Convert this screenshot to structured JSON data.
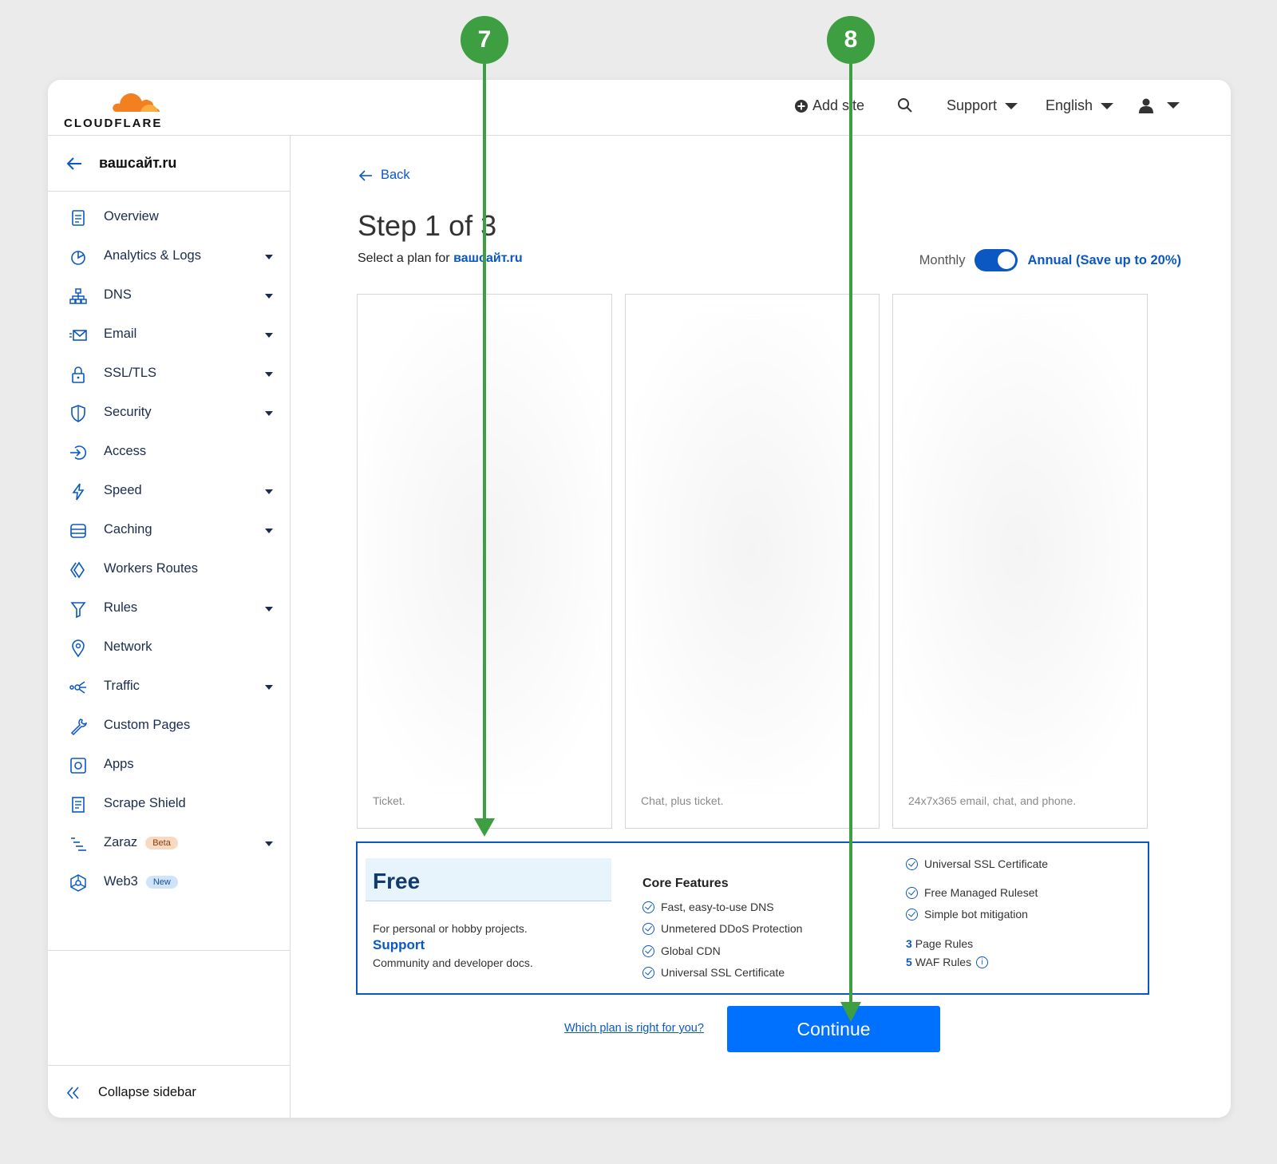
{
  "header": {
    "logo_text": "CLOUDFLARE",
    "add_site": "Add site",
    "support": "Support",
    "language": "English"
  },
  "sidebar": {
    "site_name": "вашсайт.ru",
    "items": [
      {
        "label": "Overview",
        "icon": "clipboard-icon",
        "dropdown": false
      },
      {
        "label": "Analytics & Logs",
        "icon": "pie-chart-icon",
        "dropdown": true
      },
      {
        "label": "DNS",
        "icon": "network-tree-icon",
        "dropdown": true
      },
      {
        "label": "Email",
        "icon": "envelope-icon",
        "dropdown": true
      },
      {
        "label": "SSL/TLS",
        "icon": "lock-icon",
        "dropdown": true
      },
      {
        "label": "Security",
        "icon": "shield-icon",
        "dropdown": true
      },
      {
        "label": "Access",
        "icon": "access-icon",
        "dropdown": false
      },
      {
        "label": "Speed",
        "icon": "lightning-icon",
        "dropdown": true
      },
      {
        "label": "Caching",
        "icon": "cache-stack-icon",
        "dropdown": true
      },
      {
        "label": "Workers Routes",
        "icon": "workers-icon",
        "dropdown": false
      },
      {
        "label": "Rules",
        "icon": "funnel-icon",
        "dropdown": true
      },
      {
        "label": "Network",
        "icon": "location-pin-icon",
        "dropdown": false
      },
      {
        "label": "Traffic",
        "icon": "traffic-icon",
        "dropdown": true
      },
      {
        "label": "Custom Pages",
        "icon": "wrench-icon",
        "dropdown": false
      },
      {
        "label": "Apps",
        "icon": "apps-icon",
        "dropdown": false
      },
      {
        "label": "Scrape Shield",
        "icon": "document-icon",
        "dropdown": false
      },
      {
        "label": "Zaraz",
        "icon": "zaraz-icon",
        "dropdown": true,
        "badge": "Beta"
      },
      {
        "label": "Web3",
        "icon": "web3-icon",
        "dropdown": false,
        "badge": "New"
      }
    ],
    "collapse": "Collapse sidebar"
  },
  "main": {
    "back": "Back",
    "title": "Step 1 of 3",
    "select_prefix": "Select a plan for ",
    "select_site": "вашсайт.ru",
    "billing_monthly": "Monthly",
    "billing_annual": "Annual (Save up to 20%)",
    "plans": [
      {
        "support": "Ticket."
      },
      {
        "support": "Chat, plus ticket."
      },
      {
        "support": "24x7x365 email, chat, and phone."
      }
    ],
    "free_plan": {
      "name": "Free",
      "desc": "For personal or hobby projects.",
      "support_heading": "Support",
      "support_desc": "Community and developer docs.",
      "core_heading": "Core Features",
      "features_col1": [
        "Fast, easy-to-use DNS",
        "Unmetered DDoS Protection",
        "Global CDN",
        "Universal SSL Certificate"
      ],
      "features_col2": [
        "Universal SSL Certificate",
        "Free Managed Ruleset",
        "Simple bot mitigation"
      ],
      "limits": [
        {
          "count": "3",
          "label": "Page Rules"
        },
        {
          "count": "5",
          "label": "WAF Rules"
        }
      ]
    },
    "which_plan": "Which plan is right for you?",
    "continue": "Continue"
  },
  "annotations": {
    "marker_1": "7",
    "marker_2": "8"
  },
  "colors": {
    "accent": "#0b58c2",
    "button": "#0070ff",
    "marker": "#3d9f42",
    "logo_orange": "#f38020"
  }
}
